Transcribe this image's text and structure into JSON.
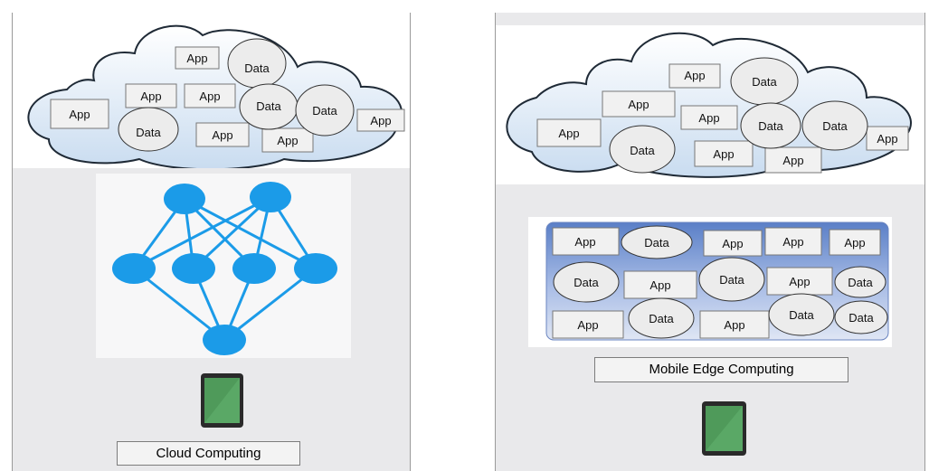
{
  "colors": {
    "cloud_fill_top": "#ffffff",
    "cloud_fill_bottom": "#c9dcf0",
    "cloud_stroke": "#1f2a36",
    "app_box_fill": "#f1f1f1",
    "app_box_stroke": "#777777",
    "data_ellipse_fill": "#ececec",
    "network_node": "#1b9be8",
    "edge_box_top": "#5a7fc7",
    "edge_box_bottom": "#dfe6f4",
    "tablet_screen": "#4f9a5a",
    "tablet_body": "#2a2a2a",
    "panel_background": "#e9e9eb"
  },
  "icons": [
    "cloud-icon",
    "neural-network-icon",
    "tablet-icon",
    "edge-server-icon"
  ],
  "left_panel": {
    "caption": "Cloud Computing",
    "cloud": {
      "apps": [
        "App",
        "App",
        "App",
        "App",
        "App",
        "App",
        "App"
      ],
      "datas": [
        "Data",
        "Data",
        "Data",
        "Data"
      ]
    }
  },
  "right_panel": {
    "caption": "Mobile Edge Computing",
    "cloud": {
      "apps": [
        "App",
        "App",
        "App",
        "App",
        "App",
        "App",
        "App"
      ],
      "datas": [
        "Data",
        "Data",
        "Data",
        "Data"
      ]
    },
    "edge": {
      "row1": [
        "App",
        "Data",
        "App",
        "App",
        "App"
      ],
      "row2": [
        "Data",
        "App",
        "Data",
        "App",
        "Data"
      ],
      "row3": [
        "App",
        "Data",
        "App",
        "Data",
        "Data"
      ]
    }
  }
}
